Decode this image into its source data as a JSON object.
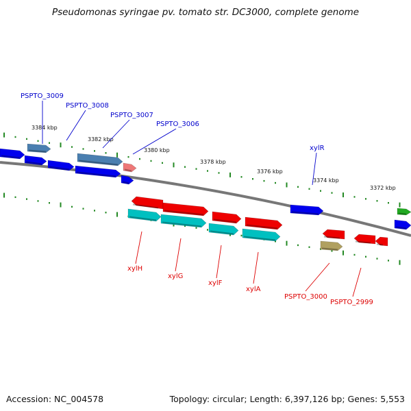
{
  "title": "Pseudomonas syringae pv. tomato str. DC3000, complete genome",
  "footer": {
    "accession": "Accession: NC_004578",
    "summary": "Topology: circular; Length: 6,397,126 bp; Genes: 5,553"
  },
  "ticks": [
    "3384 kbp",
    "3382 kbp",
    "3380 kbp",
    "3378 kbp",
    "3376 kbp",
    "3374 kbp",
    "3372 kbp"
  ],
  "labels_top": [
    "PSPTO_3009",
    "PSPTO_3008",
    "PSPTO_3007",
    "PSPTO_3006",
    "xylR"
  ],
  "labels_bottom": [
    "xylH",
    "xylG",
    "xylF",
    "xylA",
    "PSPTO_3000",
    "PSPTO_2999"
  ],
  "colors": {
    "backbone": "#777777",
    "tick": "#228822",
    "label_top": "#0000cc",
    "label_bottom": "#dd0000",
    "gene_blue": "#0000ee",
    "gene_steel": "#4a7fb0",
    "gene_pink": "#ee7777",
    "gene_red": "#ee0000",
    "gene_cyan": "#00c0c0",
    "gene_olive": "#b0a060",
    "gene_green": "#22aa22"
  }
}
